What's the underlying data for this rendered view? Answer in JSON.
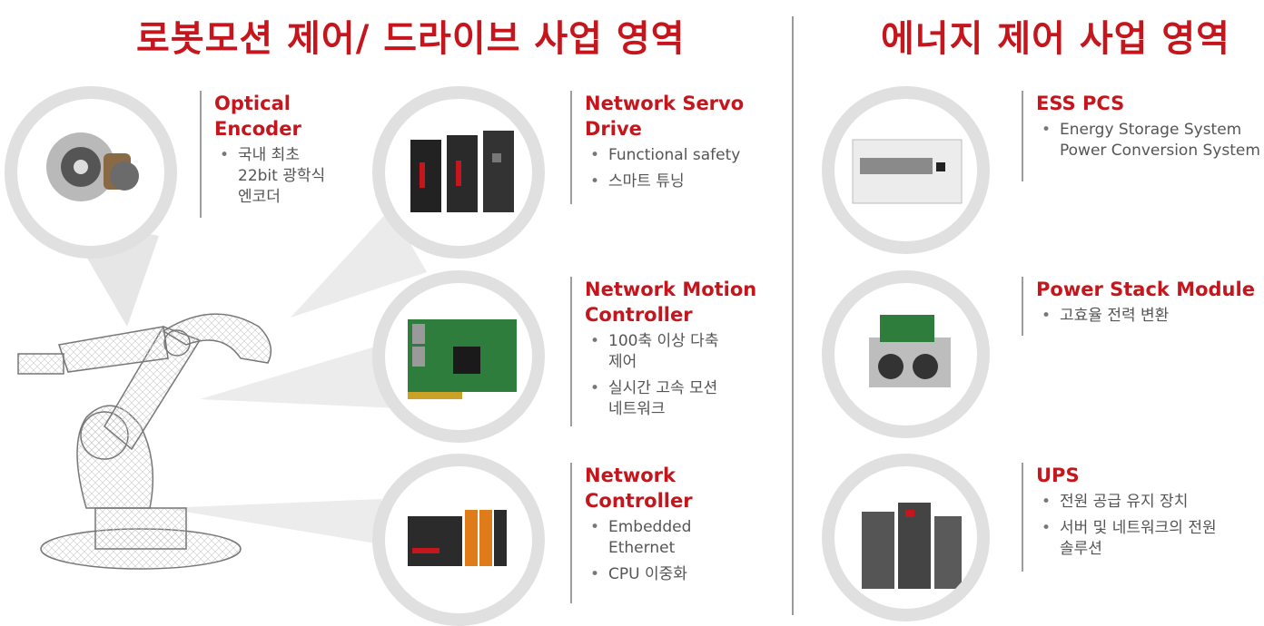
{
  "left_section": {
    "title": "로봇모션 제어/ 드라이브 사업 영역"
  },
  "right_section": {
    "title": "에너지 제어 사업 영역"
  },
  "left_items": [
    {
      "title": "Optical\nEncoder",
      "bullets": [
        "국내 최초\n22bit 광학식\n엔코더"
      ]
    },
    {
      "title": "Network Servo\nDrive",
      "bullets": [
        "Functional safety",
        "스마트 튜닝"
      ]
    },
    {
      "title": "Network Motion\nController",
      "bullets": [
        "100축 이상 다축\n제어",
        "실시간 고속 모션\n네트워크"
      ]
    },
    {
      "title": "Network\nController",
      "bullets": [
        "Embedded\nEthernet",
        "CPU 이중화"
      ]
    }
  ],
  "right_items": [
    {
      "title": "ESS PCS",
      "bullets": [
        "Energy Storage System\nPower Conversion System"
      ]
    },
    {
      "title": "Power Stack Module",
      "bullets": [
        "고효율 전력 변환"
      ]
    },
    {
      "title": "UPS",
      "bullets": [
        "전원 공급 유지 장치",
        "서버 및 네트워크의 전원\n솔루션"
      ]
    }
  ],
  "colors": {
    "accent": "#c4161c",
    "divider": "#9a9a9a",
    "circle_ring": "#e0e0e0"
  }
}
